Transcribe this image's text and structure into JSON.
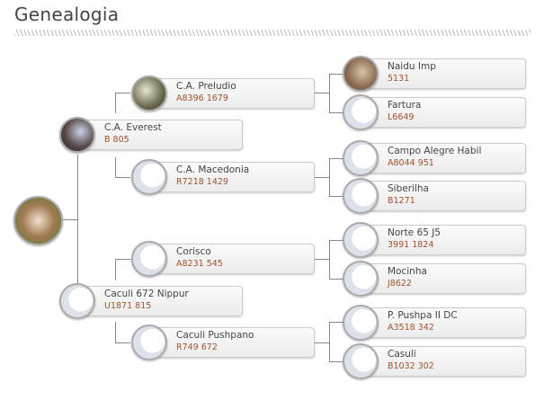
{
  "title": "Genealogia",
  "root": {
    "avatar": "photo"
  },
  "nodes": [
    {
      "name": "C.A. Everest",
      "code": "B 805"
    },
    {
      "name": "Caculi 672 Nippur",
      "code": "U1871 815"
    },
    {
      "name": "C.A. Preludio",
      "code": "A8396 1679"
    },
    {
      "name": "C.A. Macedonia",
      "code": "R7218 1429"
    },
    {
      "name": "Corisco",
      "code": "A8231 545"
    },
    {
      "name": "Caculi Pushpano",
      "code": "R749 672"
    },
    {
      "name": "Naidu Imp",
      "code": "5131"
    },
    {
      "name": "Fartura",
      "code": "L6649"
    },
    {
      "name": "Campo Alegre Habil",
      "code": "A8044 951"
    },
    {
      "name": "Siberilha",
      "code": "B1271"
    },
    {
      "name": "Norte 65 J5",
      "code": "3991 1824"
    },
    {
      "name": "Mocinha",
      "code": "J8622"
    },
    {
      "name": "P. Pushpa II DC",
      "code": "A3518 342"
    },
    {
      "name": "Casuli",
      "code": "B1032 302"
    }
  ]
}
